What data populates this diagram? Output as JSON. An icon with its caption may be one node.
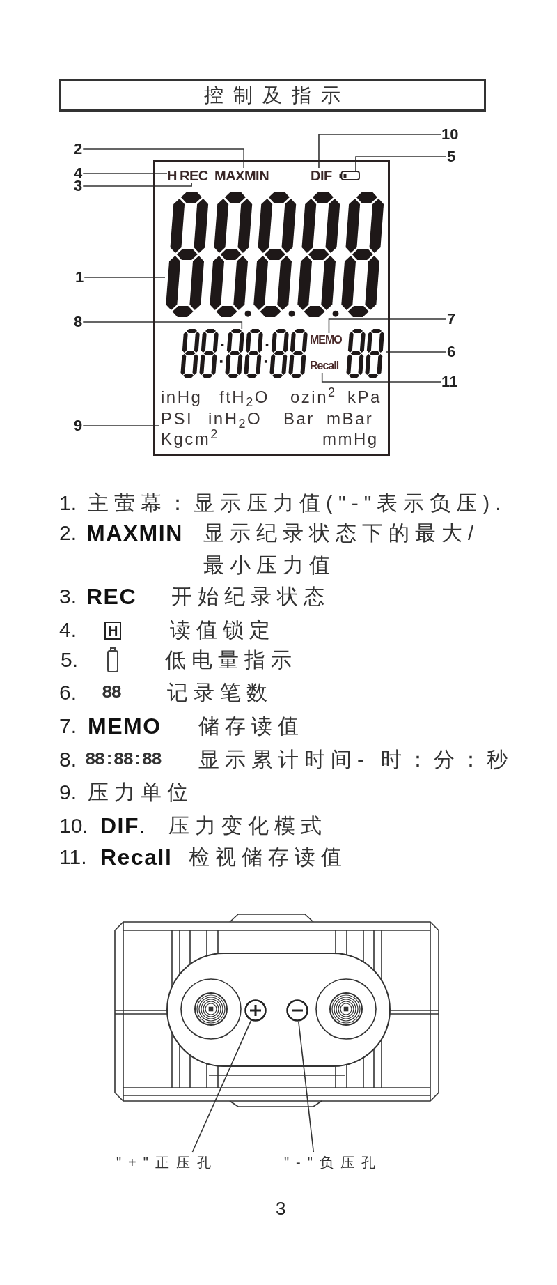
{
  "diagram": {
    "title": "控制及指示",
    "nodes": [
      {
        "text": [],
        "shape": "box"
      },
      {
        "text": [
          "H"
        ],
        "in": 0
      },
      {
        "text": [
          "REC"
        ],
        "in": 0
      },
      {
        "text": [
          "MAXMIN"
        ],
        "in": 0
      },
      {
        "text": [
          "DIF"
        ],
        "in": 0
      },
      {
        "text": [],
        "shape": "battery",
        "in": 0
      },
      {
        "text": [],
        "shape": "picture",
        "in": 0
      },
      {
        "text": [],
        "shape": "picture",
        "in": 0
      },
      {
        "text": [
          "MEMO"
        ],
        "in": 0
      },
      {
        "text": [
          "Recall"
        ],
        "in": 0
      },
      {
        "text": [],
        "shape": "picture",
        "in": 0
      },
      {
        "text": [
          "inHg",
          "ftH$_{2}$O",
          "ozin$^{2}$",
          "kPa",
          "PSI",
          "inH$_{2}$O",
          "Bar",
          "mBar",
          "Kgcm$^{2}$",
          "mmHg"
        ],
        "in": 0
      },
      {
        "text": [
          "10"
        ]
      },
      {
        "text": [
          "2"
        ]
      },
      {
        "text": [
          "5"
        ]
      },
      {
        "text": [
          "4"
        ]
      },
      {
        "text": [
          "3"
        ]
      },
      {
        "text": [
          "1"
        ]
      },
      {
        "text": [
          "7"
        ]
      },
      {
        "text": [
          "8"
        ]
      },
      {
        "text": [
          "6"
        ]
      },
      {
        "text": [
          "11"
        ]
      },
      {
        "text": [
          "9"
        ]
      },
      {
        "text": [],
        "shape": "circle"
      },
      {
        "text": [],
        "shape": "circle"
      },
      {
        "text": [
          "\"+\"正压孔"
        ]
      },
      {
        "text": [
          "\"-\"负压孔"
        ]
      }
    ],
    "edges": [
      {
        "from": 12,
        "to": 4,
        "arrow": "none"
      },
      {
        "from": 13,
        "to": 3,
        "arrow": "none"
      },
      {
        "from": 14,
        "to": 5,
        "arrow": "none"
      },
      {
        "from": 15,
        "to": 1,
        "arrow": "none"
      },
      {
        "from": 16,
        "to": 2,
        "arrow": "none"
      },
      {
        "from": 17,
        "to": 6,
        "arrow": "none"
      },
      {
        "from": 18,
        "to": 8,
        "arrow": "none"
      },
      {
        "from": 19,
        "to": 7,
        "arrow": "none"
      },
      {
        "from": 20,
        "to": 10,
        "arrow": "none"
      },
      {
        "from": 21,
        "to": 9,
        "arrow": "none"
      },
      {
        "from": 22,
        "to": 11,
        "arrow": "none"
      },
      {
        "from": 25,
        "to": 23,
        "arrow": "none"
      },
      {
        "from": 26,
        "to": 24,
        "arrow": "none"
      }
    ],
    "labels": [
      "1.",
      "主萤幕：显示压力值(\"-\"表示负压).",
      "2.",
      "MAXMIN",
      "显示纪录状态下的最大/最小压力值",
      "3.",
      "REC",
      "开始纪录状态",
      "4.",
      "H",
      "读值锁定",
      "5.",
      "低电量指示",
      "6.",
      "88",
      "记录笔数",
      "7.",
      "MEMO",
      "储存读值",
      "8.",
      "88:88:88",
      "显示累计时间- 时：分：秒",
      "9.",
      "压力单位",
      "10.",
      "**DIF**.",
      "压力变化模式",
      "11.",
      "Recall",
      "检视储存读值",
      "3"
    ]
  }
}
